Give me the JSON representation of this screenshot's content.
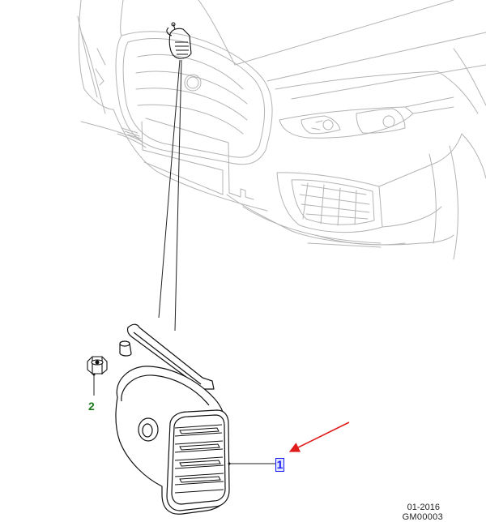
{
  "diagram": {
    "callouts": [
      {
        "id": "1",
        "label": "1",
        "color": "#1a1aff",
        "highlight": "#dfe5ff"
      },
      {
        "id": "2",
        "label": "2",
        "color": "#1b7a1b"
      }
    ],
    "pointer_arrow": {
      "color": "#e01b1b",
      "points_to": "1"
    },
    "footer": {
      "date": "01-2016",
      "code": "GM00003"
    }
  }
}
